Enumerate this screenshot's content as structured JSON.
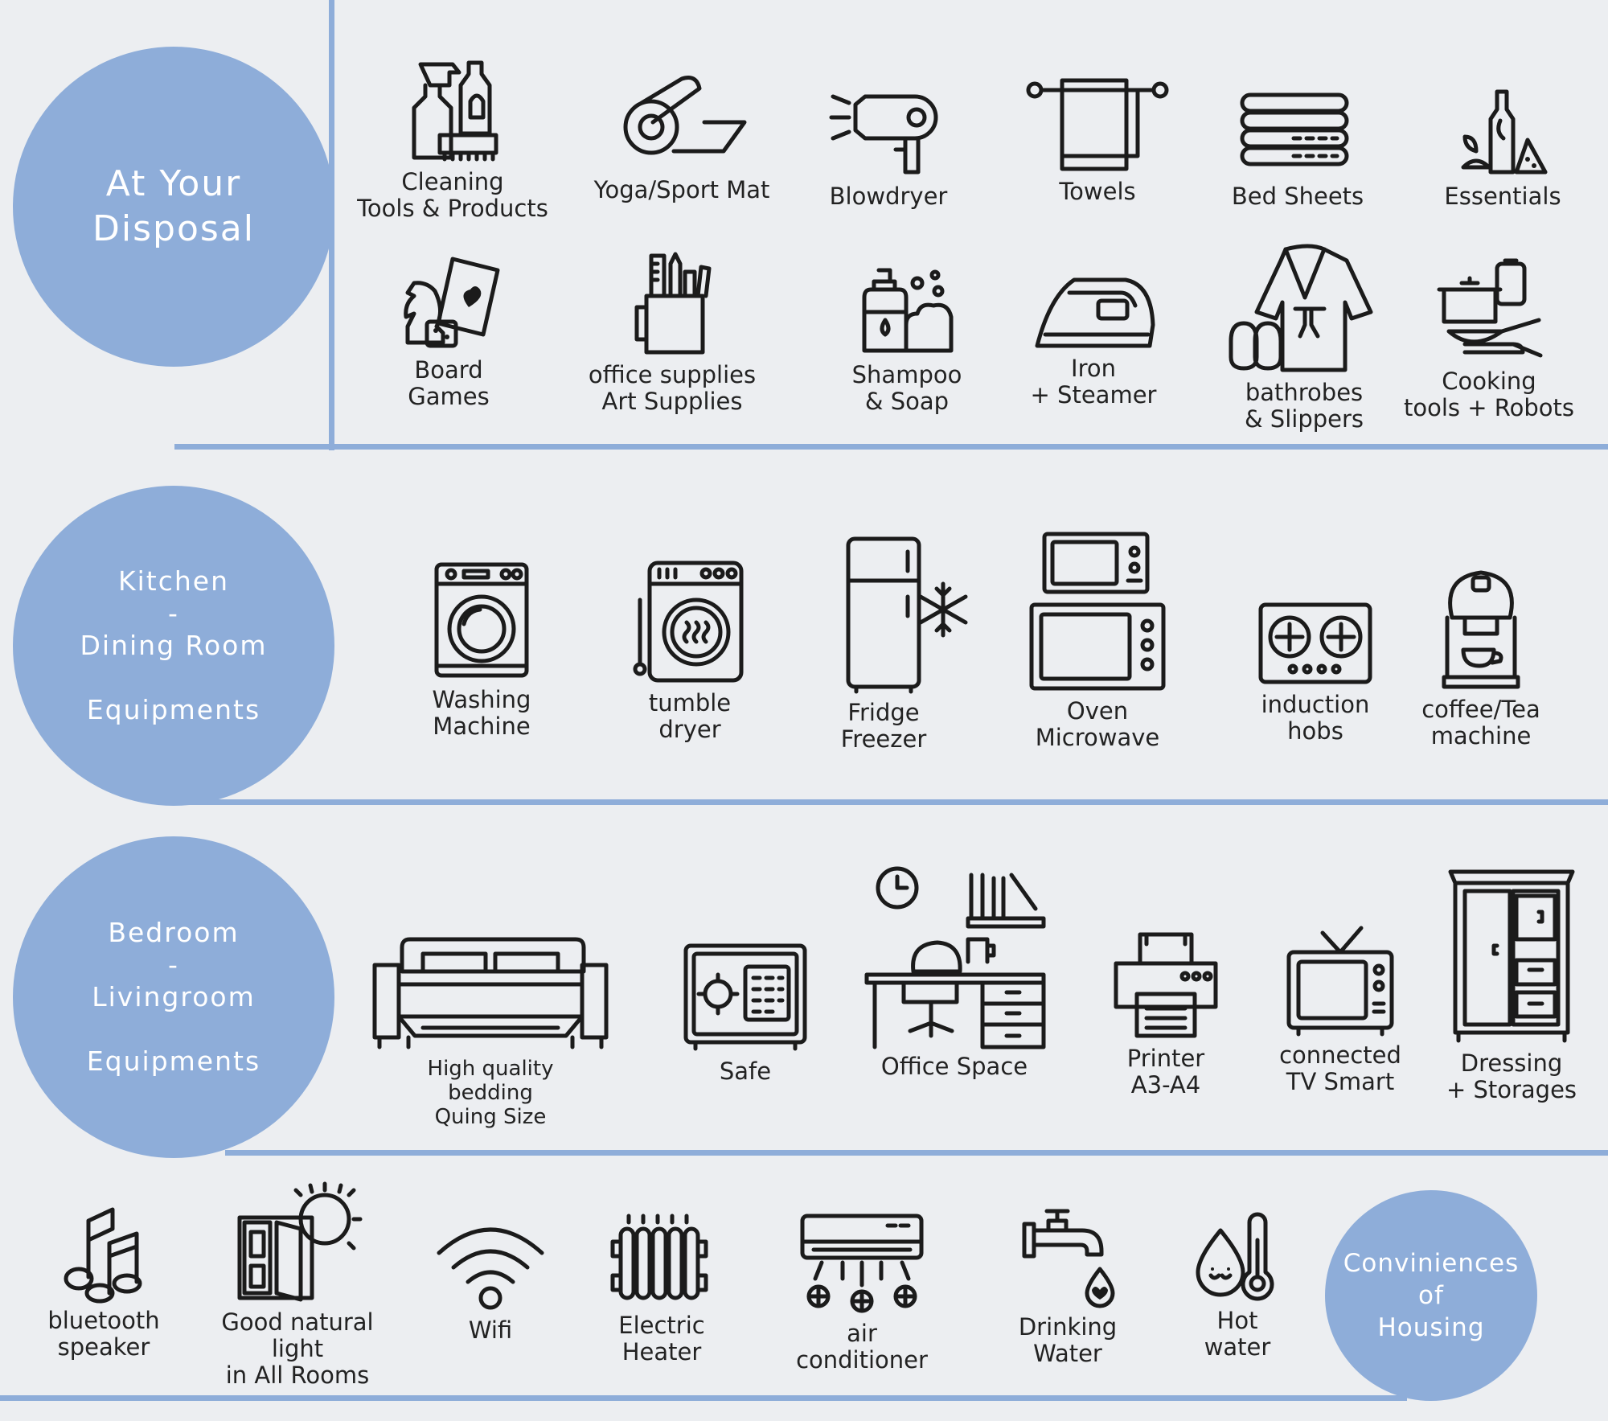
{
  "sections": {
    "disposal": {
      "title": "At Your\nDisposal",
      "items": [
        {
          "label": "Cleaning\nTools & Products",
          "icon": "cleaning-products-icon"
        },
        {
          "label": "Yoga/Sport Mat",
          "icon": "yoga-mat-icon"
        },
        {
          "label": "Blowdryer",
          "icon": "blowdryer-icon"
        },
        {
          "label": "Towels",
          "icon": "towel-icon"
        },
        {
          "label": "Bed Sheets",
          "icon": "bed-sheets-icon"
        },
        {
          "label": "Essentials",
          "icon": "essentials-icon"
        },
        {
          "label": "Board\nGames",
          "icon": "board-games-icon"
        },
        {
          "label": "office supplies\nArt Supplies",
          "icon": "office-supplies-icon"
        },
        {
          "label": "Shampoo\n& Soap",
          "icon": "shampoo-soap-icon"
        },
        {
          "label": "Iron\n+ Steamer",
          "icon": "iron-icon"
        },
        {
          "label": "bathrobes\n& Slippers",
          "icon": "bathrobe-icon"
        },
        {
          "label": "Cooking\ntools + Robots",
          "icon": "cooking-tools-icon"
        }
      ]
    },
    "kitchen": {
      "title": "Kitchen\n-\nDining Room\n\nEquipments",
      "items": [
        {
          "label": "Washing\nMachine",
          "icon": "washing-machine-icon"
        },
        {
          "label": "tumble\ndryer",
          "icon": "tumble-dryer-icon"
        },
        {
          "label": "Fridge\nFreezer",
          "icon": "fridge-freezer-icon"
        },
        {
          "label": "Oven\nMicrowave",
          "icon": "oven-microwave-icon"
        },
        {
          "label": "induction\nhobs",
          "icon": "induction-hob-icon"
        },
        {
          "label": "coffee/Tea\nmachine",
          "icon": "coffee-machine-icon"
        }
      ]
    },
    "bedroom": {
      "title": "Bedroom\n-\nLivingroom\n\nEquipments",
      "items": [
        {
          "label": "High quality bedding\nQuing Size",
          "icon": "sofa-bed-icon"
        },
        {
          "label": "Safe",
          "icon": "safe-icon"
        },
        {
          "label": "Office Space",
          "icon": "office-desk-icon"
        },
        {
          "label": "Printer\nA3-A4",
          "icon": "printer-icon"
        },
        {
          "label": "connected\nTV Smart",
          "icon": "tv-icon"
        },
        {
          "label": "Dressing\n+ Storages",
          "icon": "wardrobe-icon"
        }
      ]
    },
    "conveniences": {
      "title": "Conviniences\nof\nHousing",
      "items": [
        {
          "label": "bluetooth\nspeaker",
          "icon": "music-notes-icon"
        },
        {
          "label": "Good natural light\nin All Rooms",
          "icon": "window-sun-icon"
        },
        {
          "label": "Wifi",
          "icon": "wifi-icon"
        },
        {
          "label": "Electric\nHeater",
          "icon": "radiator-icon"
        },
        {
          "label": "air\nconditioner",
          "icon": "air-conditioner-icon"
        },
        {
          "label": "Drinking\nWater",
          "icon": "water-tap-icon"
        },
        {
          "label": "Hot\nwater",
          "icon": "hot-water-icon"
        }
      ]
    }
  },
  "colors": {
    "accent": "#8eadd9",
    "background": "#eceef1",
    "ink": "#1b1b1b"
  }
}
